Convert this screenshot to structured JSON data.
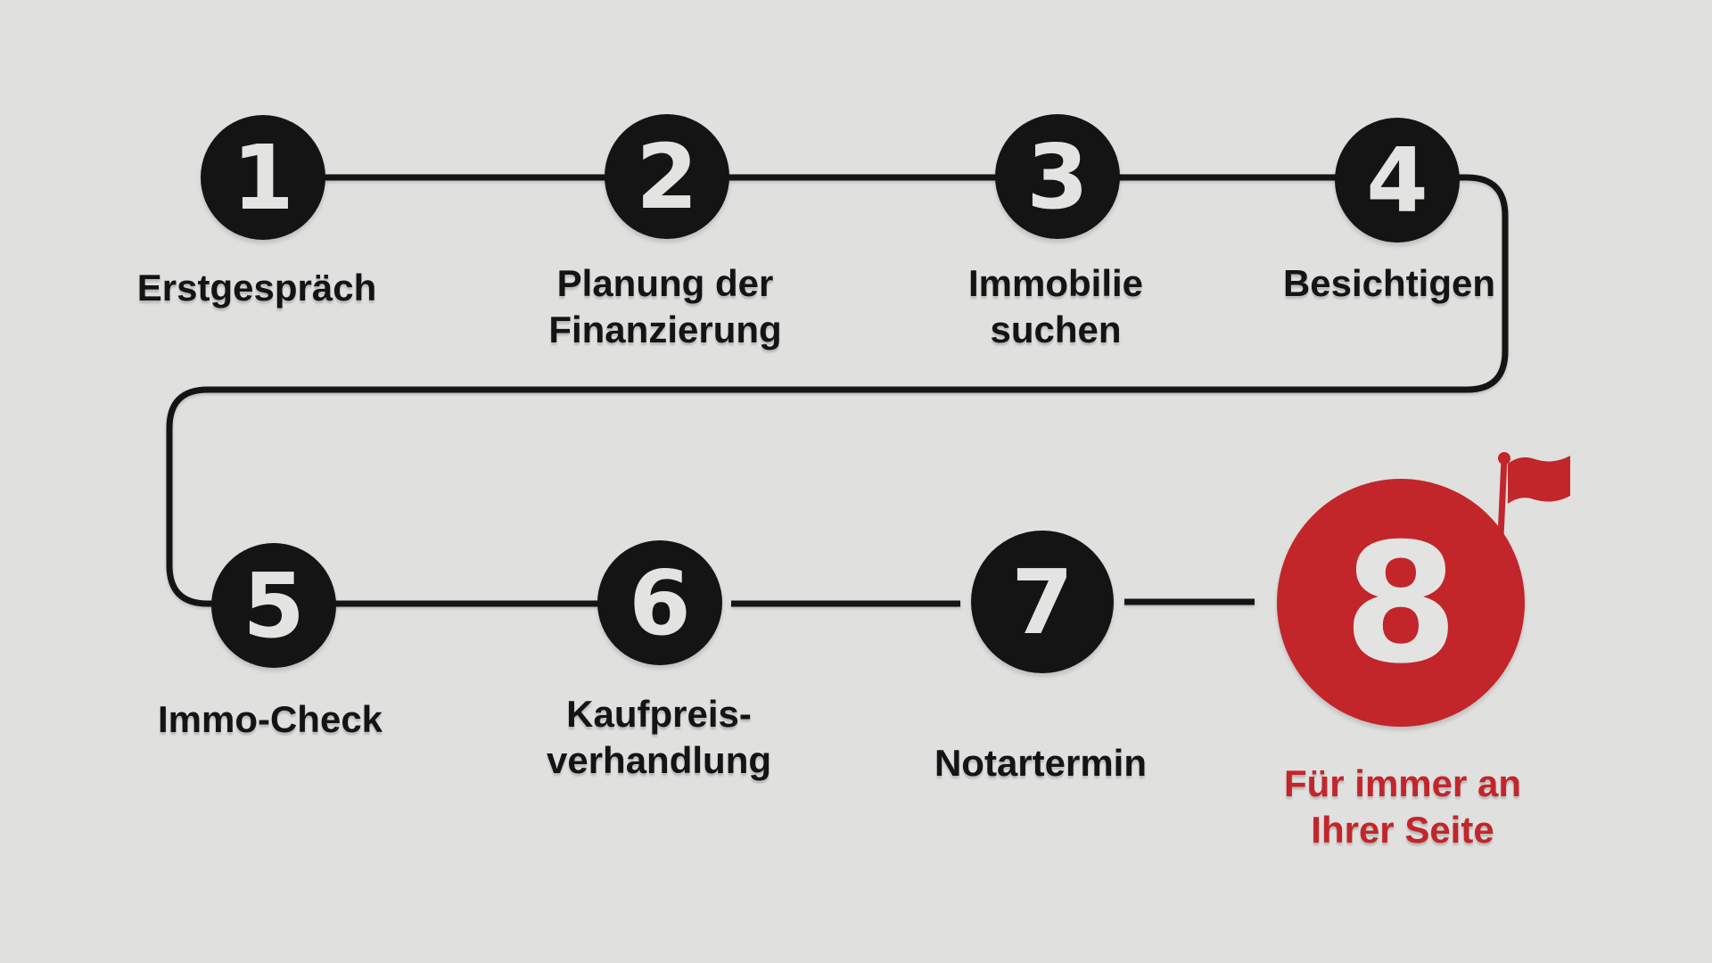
{
  "colors": {
    "background": "#e0e0df",
    "ink": "#141414",
    "accent": "#c2262a",
    "digit_gray": "#e3e3e2"
  },
  "steps": [
    {
      "number": "1",
      "label": "Erstgespräch"
    },
    {
      "number": "2",
      "label": "Planung der\nFinanzierung"
    },
    {
      "number": "3",
      "label": "Immobilie\nsuchen"
    },
    {
      "number": "4",
      "label": "Besichtigen"
    },
    {
      "number": "5",
      "label": "Immo-Check"
    },
    {
      "number": "6",
      "label": "Kaufpreis-\nverhandlung"
    },
    {
      "number": "7",
      "label": "Notartermin"
    },
    {
      "number": "8",
      "label": "Für immer an\nIhrer Seite",
      "icon": "flag",
      "highlighted": true
    }
  ]
}
